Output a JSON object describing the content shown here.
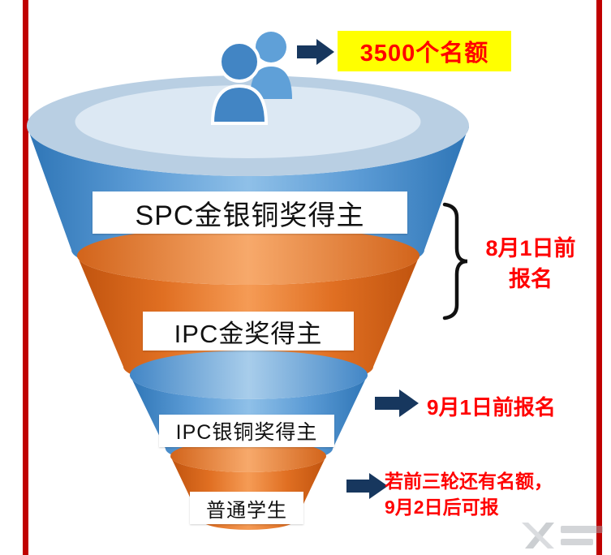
{
  "funnel": {
    "tiers": [
      {
        "label": "SPC金银铜奖得主"
      },
      {
        "label": "IPC金奖得主"
      },
      {
        "label": "IPC银铜奖得主"
      },
      {
        "label": "普通学生"
      }
    ]
  },
  "annotations": {
    "quota": {
      "text": "3500个名额"
    },
    "round1": {
      "line1": "8月1日前",
      "line2": "报名"
    },
    "round2": {
      "text": "9月1日前报名"
    },
    "round3": {
      "line1": "若前三轮还有名额，",
      "line2": "9月2日后可报"
    }
  },
  "colors": {
    "blue_main": "#5b9bd5",
    "blue_dark": "#2e75b6",
    "orange_main": "#ed7d31",
    "orange_dark": "#c0530e",
    "arrow_navy": "#17375e",
    "highlight_yellow": "#ffff00",
    "note_red": "#ff0000",
    "bar_red": "#c00000"
  }
}
